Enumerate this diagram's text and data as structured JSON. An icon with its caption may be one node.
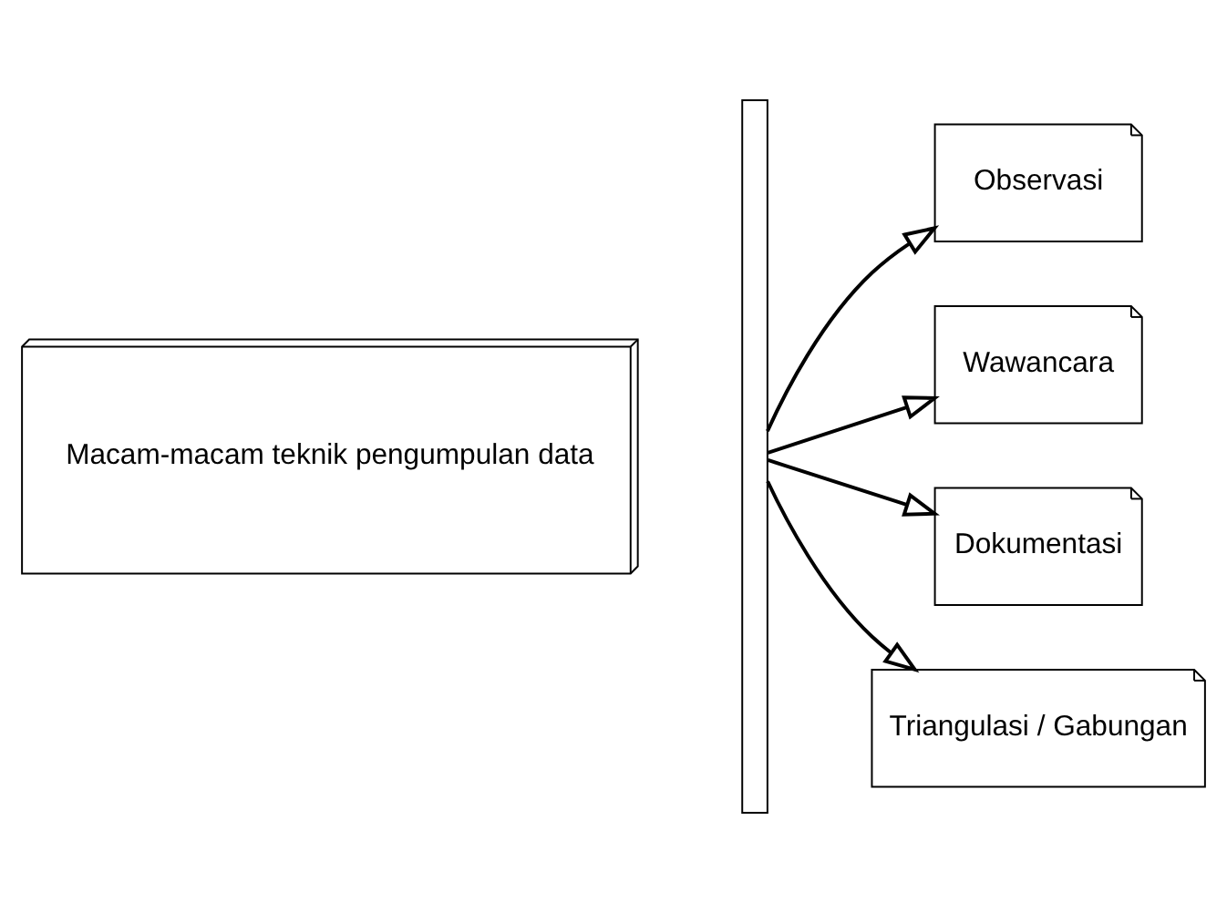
{
  "diagram": {
    "nodes": [
      {
        "text": [
          "Macam-macam teknik pengumpulan data"
        ]
      },
      {
        "text": [],
        "shape": "bar"
      },
      {
        "text": [
          "Observasi"
        ]
      },
      {
        "text": [
          "Wawancara"
        ]
      },
      {
        "text": [
          "Dokumentasi"
        ]
      },
      {
        "text": [
          "Triangulasi / Gabungan"
        ]
      }
    ],
    "edges": [
      {
        "from": 1,
        "to": 2,
        "arrow": "to"
      },
      {
        "from": 1,
        "to": 3,
        "arrow": "to"
      },
      {
        "from": 1,
        "to": 4,
        "arrow": "to"
      },
      {
        "from": 1,
        "to": 5,
        "arrow": "to"
      }
    ]
  }
}
